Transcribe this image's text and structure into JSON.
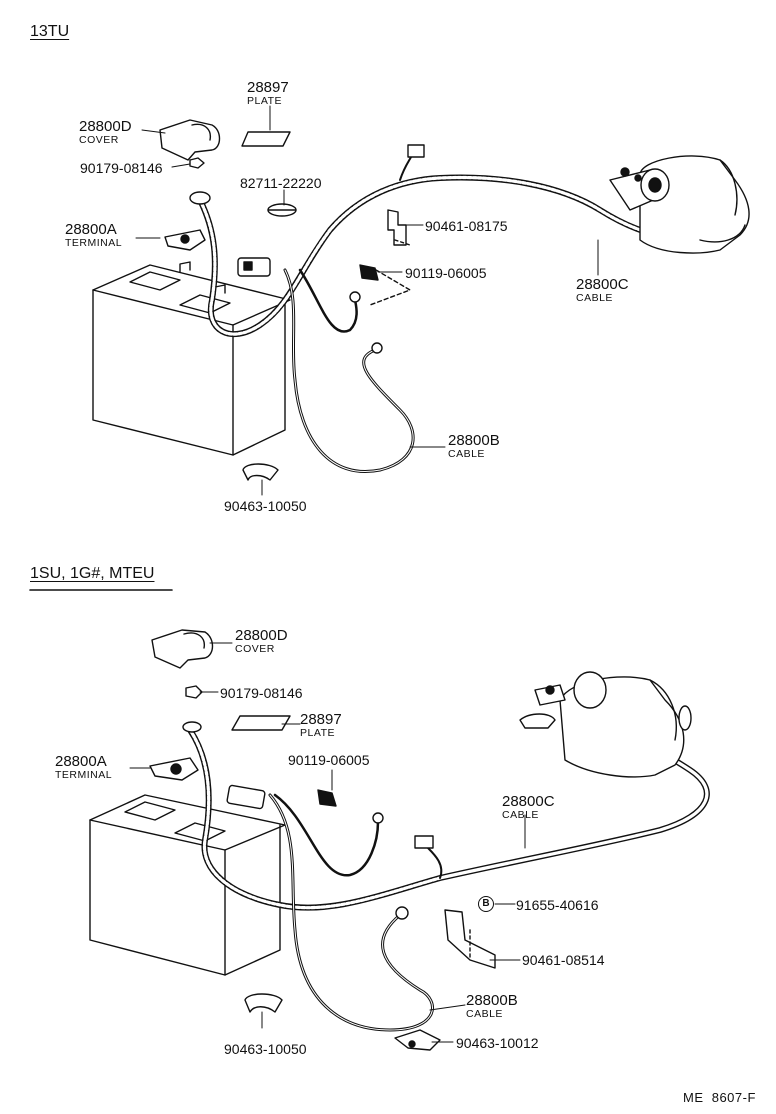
{
  "sections": {
    "top": {
      "title": "13TU"
    },
    "bottom": {
      "title": "1SU, 1G#, MTEU"
    }
  },
  "top_parts": {
    "plate": {
      "number": "28897",
      "name": "PLATE"
    },
    "cover": {
      "number": "28800D",
      "name": "COVER"
    },
    "nut": {
      "number": "90179-08146"
    },
    "clamp_a": {
      "number": "82711-22220"
    },
    "terminal": {
      "number": "28800A",
      "name": "TERMINAL"
    },
    "clip": {
      "number": "90461-08175"
    },
    "bolt": {
      "number": "90119-06005"
    },
    "cable_c": {
      "number": "28800C",
      "name": "CABLE"
    },
    "cable_b": {
      "number": "28800B",
      "name": "CABLE"
    },
    "clamp_b": {
      "number": "90463-10050"
    }
  },
  "bottom_parts": {
    "cover": {
      "number": "28800D",
      "name": "COVER"
    },
    "nut": {
      "number": "90179-08146"
    },
    "plate": {
      "number": "28897",
      "name": "PLATE"
    },
    "terminal": {
      "number": "28800A",
      "name": "TERMINAL"
    },
    "bolt": {
      "number": "90119-06005"
    },
    "cable_c": {
      "number": "28800C",
      "name": "CABLE"
    },
    "bolt_b": {
      "number": "91655-40616",
      "marker": "B"
    },
    "bracket": {
      "number": "90461-08514"
    },
    "cable_b": {
      "number": "28800B",
      "name": "CABLE"
    },
    "clamp_b": {
      "number": "90463-10050"
    },
    "clamp_c": {
      "number": "90463-10012"
    }
  },
  "footer": {
    "code": "ME  8607-F"
  }
}
